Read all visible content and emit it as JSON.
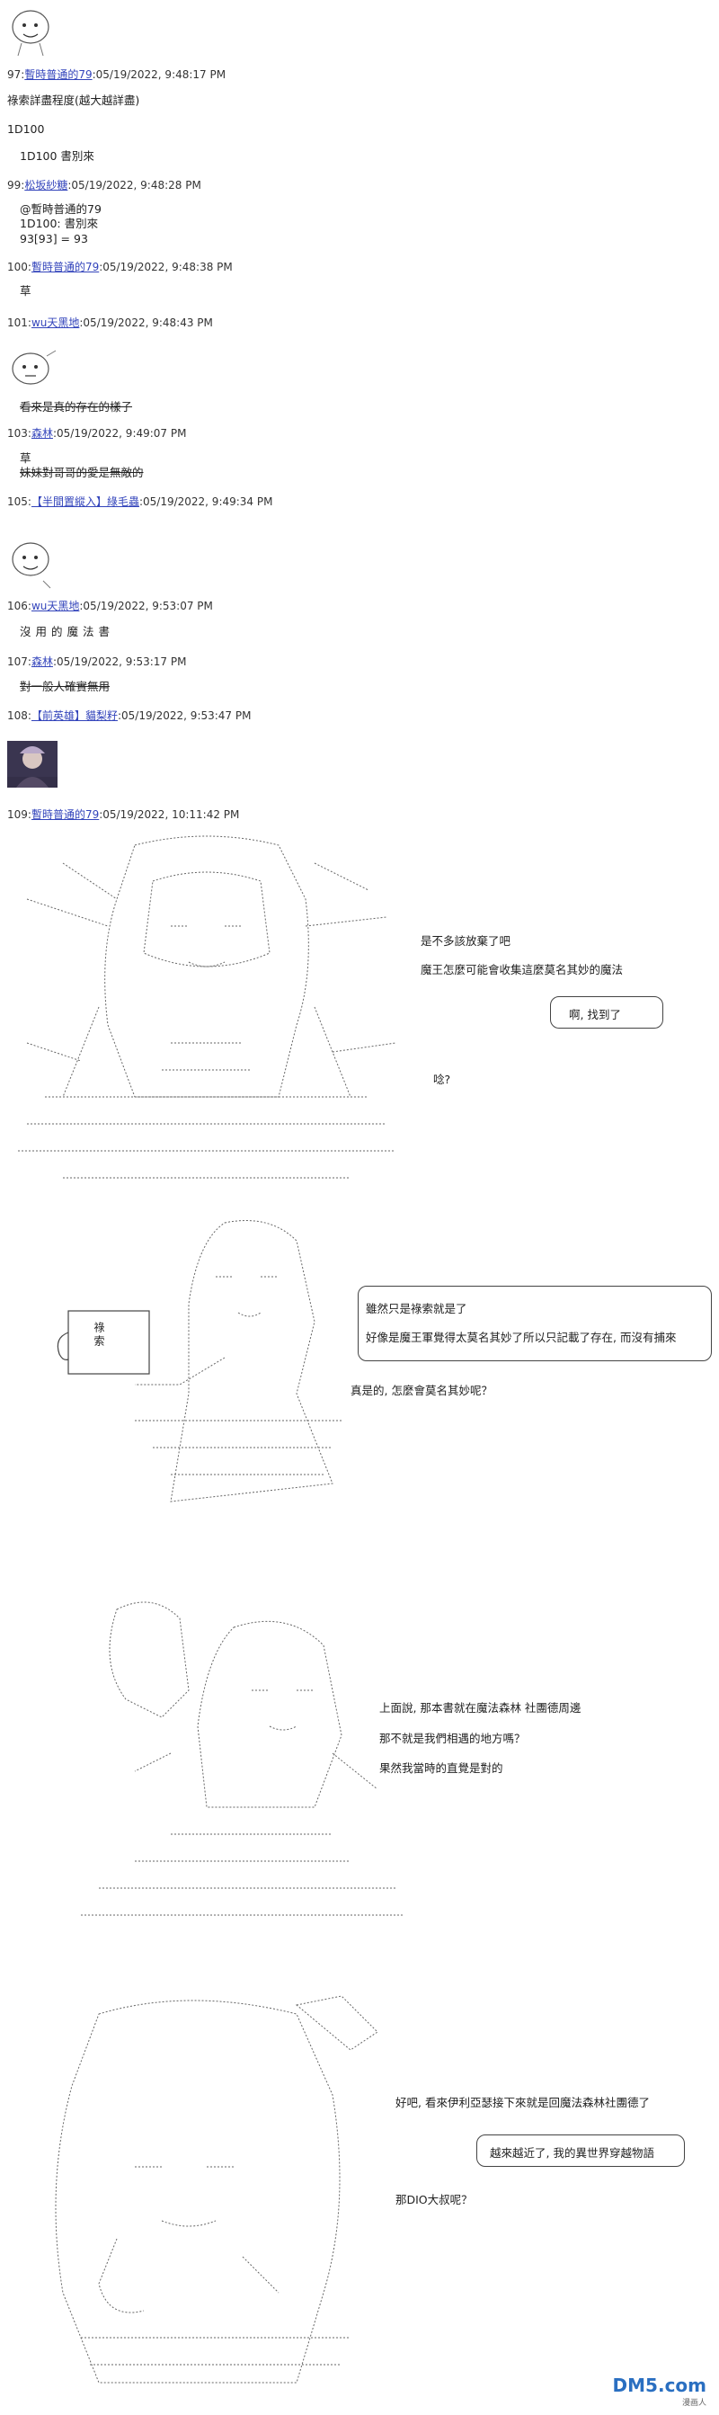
{
  "posts": [
    {
      "id": "p97",
      "num": "97:",
      "name": "暫時普通的79",
      "sep": ":",
      "date": "05/19/2022, 9:48:17 PM",
      "lines": [
        "祿索詳盡程度(越大越詳盡)",
        "1D100"
      ]
    },
    {
      "id": "p98",
      "num": "",
      "name": "",
      "sep": "",
      "date": "",
      "lines": [
        "1D100 書別來"
      ]
    },
    {
      "id": "p99",
      "num": "99:",
      "name": "松坂紗糖",
      "sep": ":",
      "date": "05/19/2022, 9:48:28 PM",
      "lines": [
        "@暫時普通的79",
        "1D100: 書別來",
        "93[93] = 93"
      ]
    },
    {
      "id": "p100",
      "num": "100:",
      "name": "暫時普通的79",
      "sep": ":",
      "date": "05/19/2022, 9:48:38 PM",
      "lines": [
        "草"
      ]
    },
    {
      "id": "p101",
      "num": "101:",
      "name": "wu天黑地",
      "sep": ":",
      "date": "05/19/2022, 9:48:43 PM",
      "lines": []
    },
    {
      "id": "p102",
      "num": "",
      "name": "",
      "sep": "",
      "date": "",
      "lines": [
        "看來是真的存在的樣子"
      ]
    },
    {
      "id": "p103",
      "num": "103:",
      "name": "森林",
      "sep": ":",
      "date": "05/19/2022, 9:49:07 PM",
      "lines": [
        "草",
        "妹妹對哥哥的愛是無敵的"
      ]
    },
    {
      "id": "p105",
      "num": "105:",
      "name": "【半間置縱入】綠毛蟲",
      "sep": ":",
      "date": "05/19/2022, 9:49:34 PM",
      "lines": []
    },
    {
      "id": "p106",
      "num": "106:",
      "name": "wu天黑地",
      "sep": ":",
      "date": "05/19/2022, 9:53:07 PM",
      "lines": [
        "沒用的魔法書"
      ]
    },
    {
      "id": "p107",
      "num": "107:",
      "name": "森林",
      "sep": ":",
      "date": "05/19/2022, 9:53:17 PM",
      "lines": [
        "對一般人確實無用"
      ]
    },
    {
      "id": "p108",
      "num": "108:",
      "name": "【前英雄】貓梨籽",
      "sep": ":",
      "date": "05/19/2022, 9:53:47 PM",
      "lines": []
    },
    {
      "id": "p109",
      "num": "109:",
      "name": "暫時普通的79",
      "sep": ":",
      "date": "05/19/2022, 10:11:42 PM",
      "lines": []
    }
  ],
  "scene1": {
    "lines": [
      "是不多該放棄了吧",
      "魔王怎麼可能會收集這麼莫名其妙的魔法"
    ],
    "bubble": "啊, 找到了",
    "aside": "唸?"
  },
  "scene2": {
    "bubble_lines": [
      "雖然只是祿索就是了",
      "好像是魔王軍覺得太莫名其妙了所以只記載了存在, 而沒有捕來"
    ],
    "line": "真是的, 怎麼會莫名其妙呢？",
    "mug": "祿索"
  },
  "scene3": {
    "lines": [
      "上面說, 那本書就在魔法森林 社團德周邊",
      "那不就是我們相遇的地方嗎？",
      "果然我當時的直覺是對的"
    ]
  },
  "scene4": {
    "line1": "好吧, 看來伊利亞瑟接下來就是回魔法森林社團德了",
    "bubble": "越來越近了, 我的異世界穿越物語",
    "line2": "那DIO大叔呢？"
  },
  "watermark": {
    "logo": "DM5.com",
    "sub": "漫画人"
  }
}
